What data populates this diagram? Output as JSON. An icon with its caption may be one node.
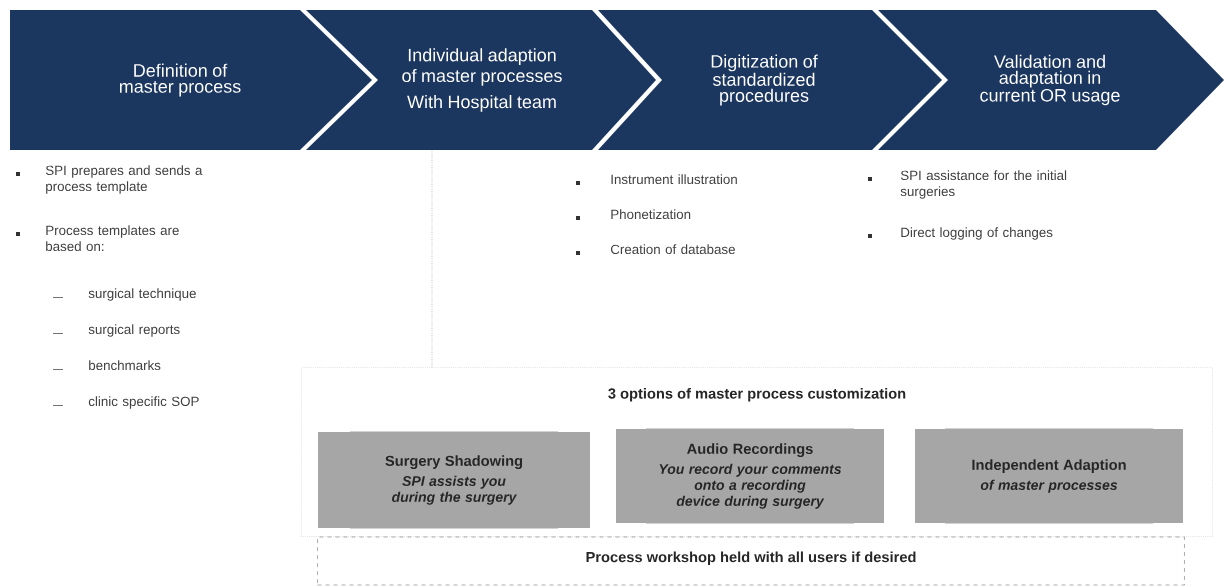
{
  "diagram": {
    "nodes": [
      {
        "text": [
          "Definition of master process"
        ]
      },
      {
        "text": [
          "Individual adaption of master processes",
          "With Hospital team"
        ]
      },
      {
        "text": [
          "Digitization of standardized procedures"
        ]
      },
      {
        "text": [
          "Validation and adaptation in current OR usage"
        ]
      },
      {
        "text": [
          "3 options of master process customization"
        ]
      },
      {
        "text": [
          "Surgery Shadowing",
          "SPI assists you during the surgery"
        ],
        "in": 4
      },
      {
        "text": [
          "Audio Recordings",
          "You record your comments onto a recording device during surgery"
        ],
        "in": 4
      },
      {
        "text": [
          "Independent Adaption",
          "of master processes"
        ],
        "in": 4
      },
      {
        "text": [
          "Process workshop held with all users if desired"
        ]
      }
    ],
    "edges": [
      {
        "from": 1,
        "to": 4,
        "arrow": "none",
        "style": "dashed",
        "color": "#c8c8c8"
      }
    ],
    "labels": [
      "SPI prepares and sends a process template",
      "Process templates are based on:",
      "surgical technique",
      "surgical reports",
      "benchmarks",
      "clinic specific SOP",
      "Instrument illustration",
      "Phonetization",
      "Creation of database",
      "SPI assistance for the initial surgeries",
      "Direct logging of changes"
    ]
  }
}
